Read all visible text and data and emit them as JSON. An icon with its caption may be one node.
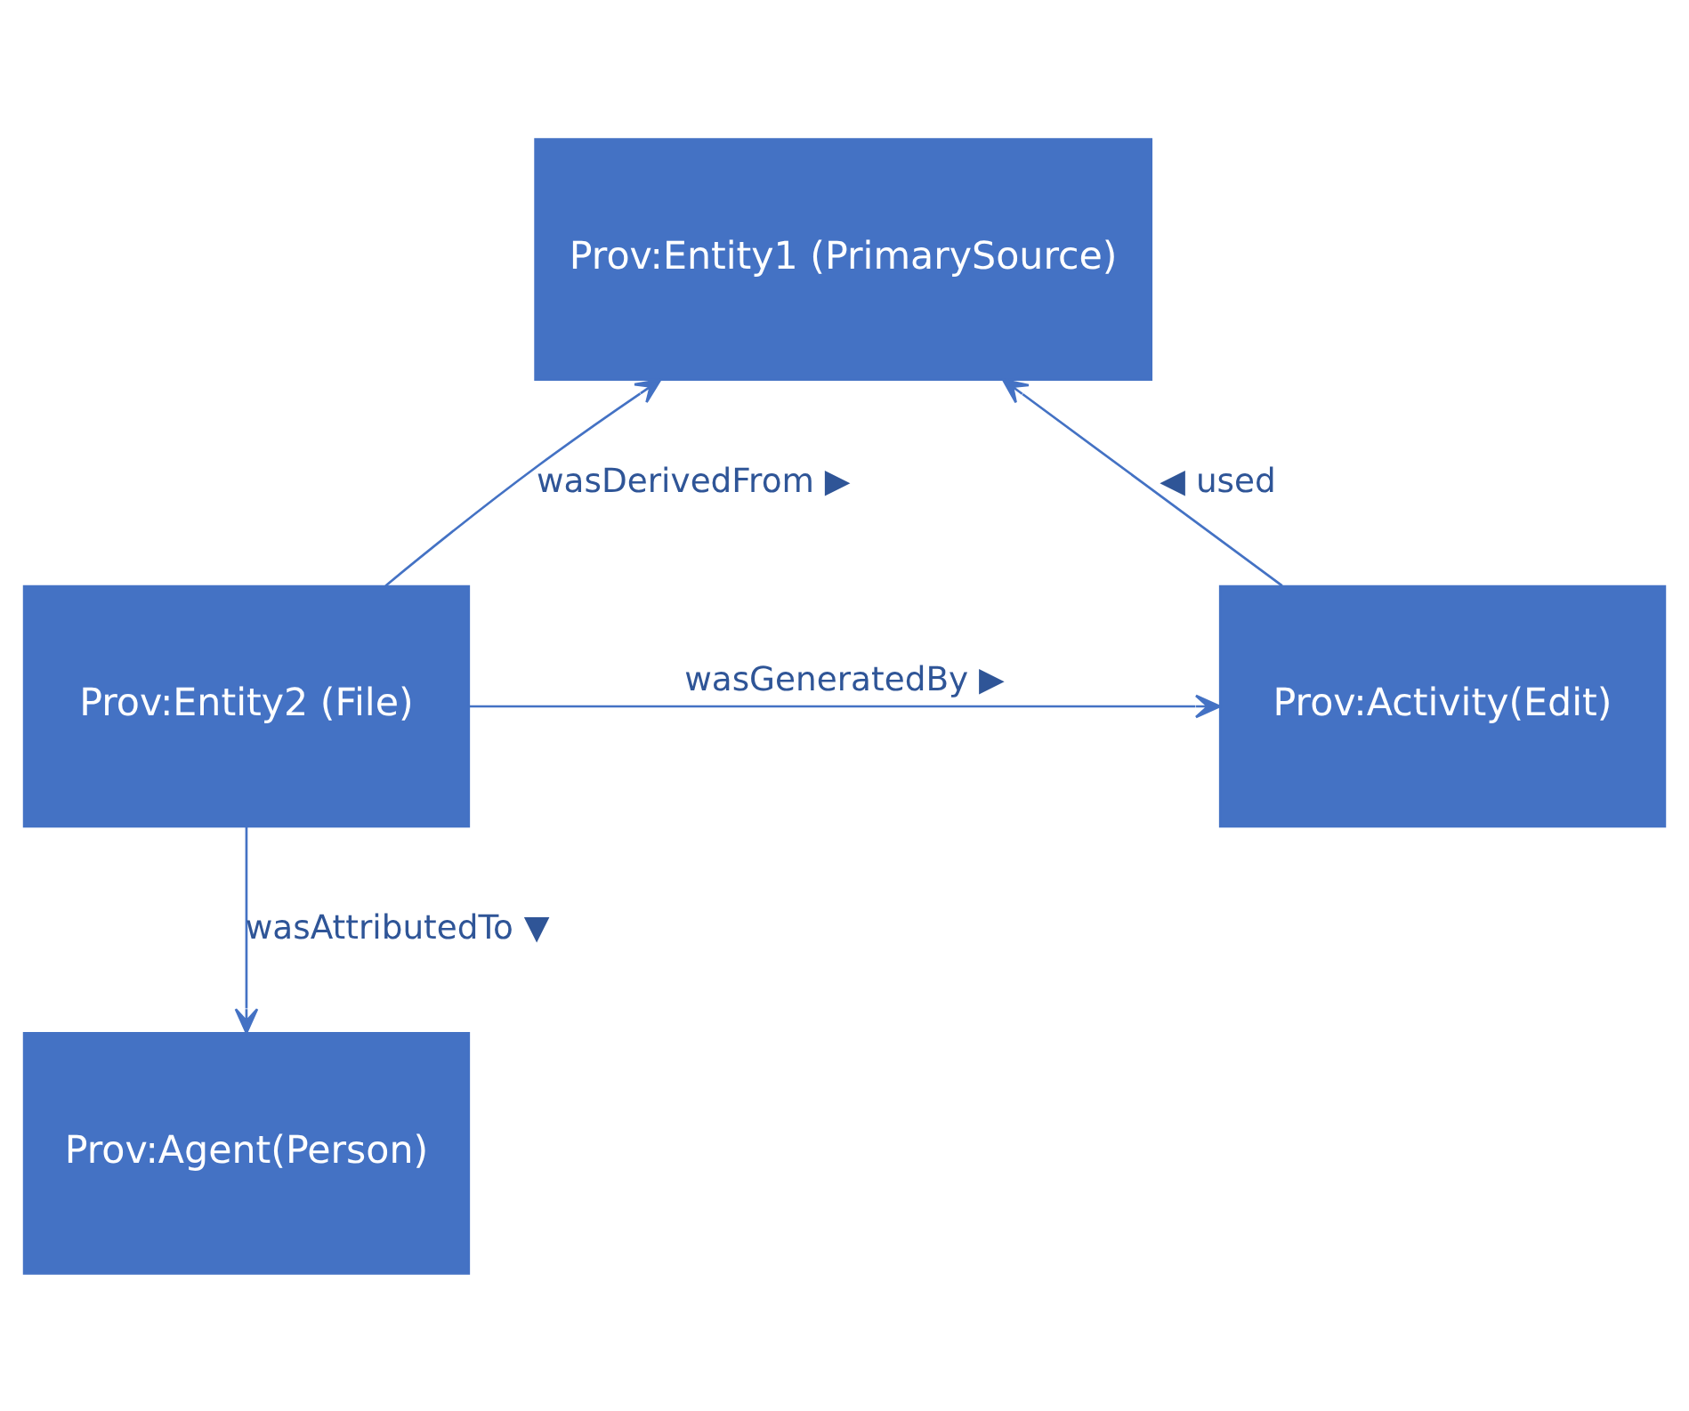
{
  "diagram": {
    "nodes": [
      {
        "text": [
          "Prov:Entity1 (PrimarySource)"
        ]
      },
      {
        "text": [
          "Prov:Entity2 (File)"
        ]
      },
      {
        "text": [
          "Prov:Activity(Edit)"
        ]
      },
      {
        "text": [
          "Prov:Agent(Person)"
        ]
      }
    ],
    "edges": [
      {
        "from": 1,
        "to": 0,
        "arrow": "to",
        "label": "wasDerivedFrom ▶"
      },
      {
        "from": 2,
        "to": 0,
        "arrow": "to",
        "label": "◀ used"
      },
      {
        "from": 1,
        "to": 2,
        "arrow": "to",
        "label": "wasGeneratedBy ▶"
      },
      {
        "from": 1,
        "to": 3,
        "arrow": "to",
        "label": "wasAttributedTo ▼"
      }
    ]
  }
}
